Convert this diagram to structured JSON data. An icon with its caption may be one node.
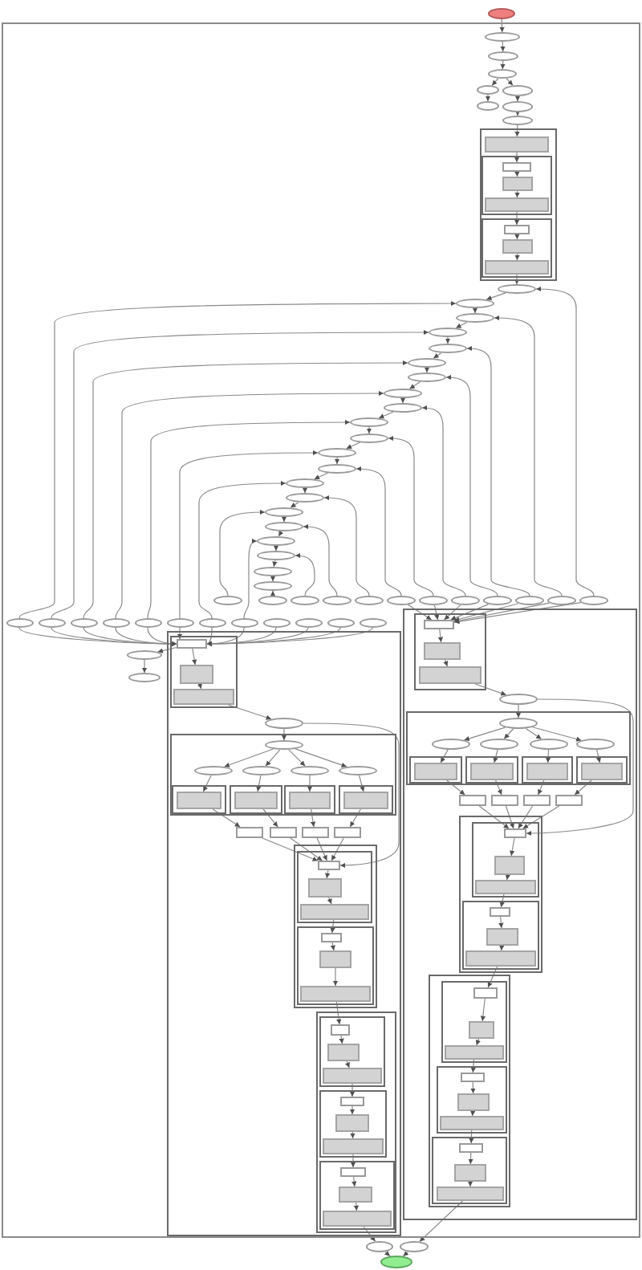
{
  "diagram": {
    "nodes": [
      {
        "text": [],
        "shape": "ellipse"
      },
      {
        "text": [],
        "shape": "box"
      },
      {
        "text": [],
        "shape": "ellipse",
        "in": 1
      },
      {
        "text": [],
        "shape": "ellipse",
        "in": 1
      },
      {
        "text": [],
        "shape": "ellipse",
        "in": 1
      },
      {
        "text": [],
        "shape": "ellipse",
        "in": 1
      },
      {
        "text": [],
        "shape": "ellipse",
        "in": 1
      },
      {
        "text": [],
        "shape": "ellipse",
        "in": 1
      },
      {
        "text": [],
        "shape": "ellipse",
        "in": 1
      },
      {
        "text": [],
        "shape": "ellipse",
        "in": 1
      },
      {
        "text": [],
        "shape": "box",
        "in": 1
      },
      {
        "text": [],
        "shape": "box",
        "in": 10
      },
      {
        "text": [],
        "shape": "box",
        "in": 10
      },
      {
        "text": [],
        "shape": "box",
        "in": 12
      },
      {
        "text": [],
        "shape": "box",
        "in": 12
      },
      {
        "text": [],
        "shape": "box",
        "in": 12
      },
      {
        "text": [],
        "shape": "box",
        "in": 10
      },
      {
        "text": [],
        "shape": "box",
        "in": 16
      },
      {
        "text": [],
        "shape": "box",
        "in": 16
      },
      {
        "text": [],
        "shape": "box",
        "in": 16
      },
      {
        "text": [],
        "shape": "ellipse",
        "in": 1
      },
      {
        "text": [],
        "shape": "ellipse",
        "in": 1
      },
      {
        "text": [],
        "shape": "ellipse",
        "in": 1
      },
      {
        "text": [],
        "shape": "ellipse",
        "in": 1
      },
      {
        "text": [],
        "shape": "ellipse",
        "in": 1
      },
      {
        "text": [],
        "shape": "ellipse",
        "in": 1
      },
      {
        "text": [],
        "shape": "ellipse",
        "in": 1
      },
      {
        "text": [],
        "shape": "ellipse",
        "in": 1
      },
      {
        "text": [],
        "shape": "ellipse",
        "in": 1
      },
      {
        "text": [],
        "shape": "ellipse",
        "in": 1
      },
      {
        "text": [],
        "shape": "ellipse",
        "in": 1
      },
      {
        "text": [],
        "shape": "ellipse",
        "in": 1
      },
      {
        "text": [],
        "shape": "ellipse",
        "in": 1
      },
      {
        "text": [],
        "shape": "ellipse",
        "in": 1
      },
      {
        "text": [],
        "shape": "ellipse",
        "in": 1
      },
      {
        "text": [],
        "shape": "ellipse",
        "in": 1
      },
      {
        "text": [],
        "shape": "ellipse",
        "in": 1
      },
      {
        "text": [],
        "shape": "ellipse",
        "in": 1
      },
      {
        "text": [],
        "shape": "ellipse",
        "in": 1
      },
      {
        "text": [],
        "shape": "ellipse",
        "in": 1
      },
      {
        "text": [],
        "shape": "ellipse",
        "in": 1
      },
      {
        "text": [],
        "shape": "ellipse",
        "in": 1
      },
      {
        "text": [],
        "shape": "ellipse",
        "in": 1
      },
      {
        "text": [],
        "shape": "ellipse",
        "in": 1
      },
      {
        "text": [],
        "shape": "ellipse",
        "in": 1
      },
      {
        "text": [],
        "shape": "ellipse",
        "in": 1
      },
      {
        "text": [],
        "shape": "ellipse",
        "in": 1
      },
      {
        "text": [],
        "shape": "ellipse",
        "in": 1
      },
      {
        "text": [],
        "shape": "ellipse",
        "in": 1
      },
      {
        "text": [],
        "shape": "ellipse",
        "in": 1
      },
      {
        "text": [],
        "shape": "ellipse",
        "in": 1
      },
      {
        "text": [],
        "shape": "ellipse",
        "in": 1
      },
      {
        "text": [],
        "shape": "ellipse",
        "in": 1
      },
      {
        "text": [],
        "shape": "ellipse",
        "in": 1
      },
      {
        "text": [],
        "shape": "ellipse",
        "in": 1
      },
      {
        "text": [],
        "shape": "ellipse",
        "in": 1
      },
      {
        "text": [],
        "shape": "ellipse",
        "in": 1
      },
      {
        "text": [],
        "shape": "ellipse",
        "in": 1
      },
      {
        "text": [],
        "shape": "ellipse",
        "in": 1
      },
      {
        "text": [],
        "shape": "ellipse",
        "in": 1
      },
      {
        "text": [],
        "shape": "ellipse",
        "in": 1
      },
      {
        "text": [],
        "shape": "ellipse",
        "in": 1
      },
      {
        "text": [],
        "shape": "ellipse",
        "in": 1
      },
      {
        "text": [],
        "shape": "ellipse",
        "in": 1
      },
      {
        "text": [],
        "shape": "ellipse",
        "in": 1
      },
      {
        "text": [],
        "shape": "ellipse",
        "in": 1
      },
      {
        "text": [],
        "shape": "ellipse",
        "in": 1
      },
      {
        "text": [],
        "shape": "box",
        "in": 1
      },
      {
        "text": [],
        "shape": "box",
        "in": 67
      },
      {
        "text": [],
        "shape": "box",
        "in": 68
      },
      {
        "text": [],
        "shape": "box",
        "in": 68
      },
      {
        "text": [],
        "shape": "box",
        "in": 68
      },
      {
        "text": [],
        "shape": "ellipse",
        "in": 67
      },
      {
        "text": [],
        "shape": "box",
        "in": 67
      },
      {
        "text": [],
        "shape": "ellipse",
        "in": 73
      },
      {
        "text": [],
        "shape": "ellipse",
        "in": 73
      },
      {
        "text": [],
        "shape": "ellipse",
        "in": 73
      },
      {
        "text": [],
        "shape": "ellipse",
        "in": 73
      },
      {
        "text": [],
        "shape": "ellipse",
        "in": 73
      },
      {
        "text": [],
        "shape": "box",
        "in": 73
      },
      {
        "text": [],
        "shape": "box",
        "in": 79
      },
      {
        "text": [],
        "shape": "box",
        "in": 73
      },
      {
        "text": [],
        "shape": "box",
        "in": 81
      },
      {
        "text": [],
        "shape": "box",
        "in": 73
      },
      {
        "text": [],
        "shape": "box",
        "in": 83
      },
      {
        "text": [],
        "shape": "box",
        "in": 73
      },
      {
        "text": [],
        "shape": "box",
        "in": 85
      },
      {
        "text": [],
        "shape": "box",
        "in": 67
      },
      {
        "text": [],
        "shape": "box",
        "in": 67
      },
      {
        "text": [],
        "shape": "box",
        "in": 67
      },
      {
        "text": [],
        "shape": "box",
        "in": 67
      },
      {
        "text": [],
        "shape": "box",
        "in": 67
      },
      {
        "text": [],
        "shape": "box",
        "in": 91
      },
      {
        "text": [],
        "shape": "box",
        "in": 92
      },
      {
        "text": [],
        "shape": "box",
        "in": 92
      },
      {
        "text": [],
        "shape": "box",
        "in": 92
      },
      {
        "text": [],
        "shape": "box",
        "in": 91
      },
      {
        "text": [],
        "shape": "box",
        "in": 96
      },
      {
        "text": [],
        "shape": "box",
        "in": 96
      },
      {
        "text": [],
        "shape": "box",
        "in": 96
      },
      {
        "text": [],
        "shape": "box",
        "in": 67
      },
      {
        "text": [],
        "shape": "box",
        "in": 100
      },
      {
        "text": [],
        "shape": "box",
        "in": 101
      },
      {
        "text": [],
        "shape": "box",
        "in": 101
      },
      {
        "text": [],
        "shape": "box",
        "in": 101
      },
      {
        "text": [],
        "shape": "box",
        "in": 100
      },
      {
        "text": [],
        "shape": "box",
        "in": 105
      },
      {
        "text": [],
        "shape": "box",
        "in": 105
      },
      {
        "text": [],
        "shape": "box",
        "in": 105
      },
      {
        "text": [],
        "shape": "box",
        "in": 100
      },
      {
        "text": [],
        "shape": "box",
        "in": 109
      },
      {
        "text": [],
        "shape": "box",
        "in": 109
      },
      {
        "text": [],
        "shape": "box",
        "in": 109
      },
      {
        "text": [],
        "shape": "box",
        "in": 1
      },
      {
        "text": [],
        "shape": "box",
        "in": 113
      },
      {
        "text": [],
        "shape": "box",
        "in": 114
      },
      {
        "text": [],
        "shape": "box",
        "in": 114
      },
      {
        "text": [],
        "shape": "box",
        "in": 114
      },
      {
        "text": [],
        "shape": "ellipse",
        "in": 113
      },
      {
        "text": [],
        "shape": "box",
        "in": 113
      },
      {
        "text": [],
        "shape": "ellipse",
        "in": 119
      },
      {
        "text": [],
        "shape": "ellipse",
        "in": 119
      },
      {
        "text": [],
        "shape": "ellipse",
        "in": 119
      },
      {
        "text": [],
        "shape": "ellipse",
        "in": 119
      },
      {
        "text": [],
        "shape": "ellipse",
        "in": 119
      },
      {
        "text": [],
        "shape": "box",
        "in": 119
      },
      {
        "text": [],
        "shape": "box",
        "in": 125
      },
      {
        "text": [],
        "shape": "box",
        "in": 119
      },
      {
        "text": [],
        "shape": "box",
        "in": 127
      },
      {
        "text": [],
        "shape": "box",
        "in": 119
      },
      {
        "text": [],
        "shape": "box",
        "in": 129
      },
      {
        "text": [],
        "shape": "box",
        "in": 119
      },
      {
        "text": [],
        "shape": "box",
        "in": 131
      },
      {
        "text": [],
        "shape": "box",
        "in": 113
      },
      {
        "text": [],
        "shape": "box",
        "in": 113
      },
      {
        "text": [],
        "shape": "box",
        "in": 113
      },
      {
        "text": [],
        "shape": "box",
        "in": 113
      },
      {
        "text": [],
        "shape": "box",
        "in": 113
      },
      {
        "text": [],
        "shape": "box",
        "in": 137
      },
      {
        "text": [],
        "shape": "box",
        "in": 138
      },
      {
        "text": [],
        "shape": "box",
        "in": 138
      },
      {
        "text": [],
        "shape": "box",
        "in": 138
      },
      {
        "text": [],
        "shape": "box",
        "in": 137
      },
      {
        "text": [],
        "shape": "box",
        "in": 142
      },
      {
        "text": [],
        "shape": "box",
        "in": 142
      },
      {
        "text": [],
        "shape": "box",
        "in": 142
      },
      {
        "text": [],
        "shape": "box",
        "in": 113
      },
      {
        "text": [],
        "shape": "box",
        "in": 146
      },
      {
        "text": [],
        "shape": "box",
        "in": 147
      },
      {
        "text": [],
        "shape": "box",
        "in": 147
      },
      {
        "text": [],
        "shape": "box",
        "in": 147
      },
      {
        "text": [],
        "shape": "box",
        "in": 146
      },
      {
        "text": [],
        "shape": "box",
        "in": 151
      },
      {
        "text": [],
        "shape": "box",
        "in": 151
      },
      {
        "text": [],
        "shape": "box",
        "in": 151
      },
      {
        "text": [],
        "shape": "box",
        "in": 146
      },
      {
        "text": [],
        "shape": "box",
        "in": 155
      },
      {
        "text": [],
        "shape": "box",
        "in": 155
      },
      {
        "text": [],
        "shape": "box",
        "in": 155
      },
      {
        "text": [],
        "shape": "ellipse"
      },
      {
        "text": [],
        "shape": "ellipse"
      },
      {
        "text": [],
        "shape": "ellipse"
      }
    ],
    "edges": [
      {
        "from": 0,
        "to": 2,
        "arrow": "to"
      },
      {
        "from": 2,
        "to": 3,
        "arrow": "to"
      },
      {
        "from": 3,
        "to": 4,
        "arrow": "to"
      },
      {
        "from": 4,
        "to": 5,
        "arrow": "to"
      },
      {
        "from": 4,
        "to": 6,
        "arrow": "to"
      },
      {
        "from": 5,
        "to": 7,
        "arrow": "to"
      },
      {
        "from": 6,
        "to": 8,
        "arrow": "to"
      },
      {
        "from": 8,
        "to": 9,
        "arrow": "to"
      },
      {
        "from": 9,
        "to": 11,
        "arrow": "to"
      },
      {
        "from": 11,
        "to": 13,
        "arrow": "to"
      },
      {
        "from": 13,
        "to": 14,
        "arrow": "to"
      },
      {
        "from": 14,
        "to": 15,
        "arrow": "to"
      },
      {
        "from": 15,
        "to": 17,
        "arrow": "to"
      },
      {
        "from": 17,
        "to": 18,
        "arrow": "to"
      },
      {
        "from": 18,
        "to": 19,
        "arrow": "to"
      },
      {
        "from": 19,
        "to": 20,
        "arrow": "to"
      },
      {
        "from": 20,
        "to": 21,
        "arrow": "to"
      },
      {
        "from": 21,
        "to": 22,
        "arrow": "to"
      },
      {
        "from": 22,
        "to": 23,
        "arrow": "to"
      },
      {
        "from": 23,
        "to": 24,
        "arrow": "to"
      },
      {
        "from": 24,
        "to": 25,
        "arrow": "to"
      },
      {
        "from": 25,
        "to": 26,
        "arrow": "to"
      },
      {
        "from": 26,
        "to": 27,
        "arrow": "to"
      },
      {
        "from": 27,
        "to": 28,
        "arrow": "to"
      },
      {
        "from": 28,
        "to": 29,
        "arrow": "to"
      },
      {
        "from": 29,
        "to": 30,
        "arrow": "to"
      },
      {
        "from": 30,
        "to": 31,
        "arrow": "to"
      },
      {
        "from": 31,
        "to": 32,
        "arrow": "to"
      },
      {
        "from": 32,
        "to": 33,
        "arrow": "to"
      },
      {
        "from": 33,
        "to": 34,
        "arrow": "to"
      },
      {
        "from": 34,
        "to": 35,
        "arrow": "to"
      },
      {
        "from": 35,
        "to": 36,
        "arrow": "to"
      },
      {
        "from": 36,
        "to": 37,
        "arrow": "to"
      },
      {
        "from": 37,
        "to": 38,
        "arrow": "to"
      },
      {
        "from": 38,
        "to": 39,
        "arrow": "to"
      },
      {
        "from": 39,
        "to": 40,
        "arrow": "to"
      },
      {
        "from": 53,
        "to": 21,
        "arrow": "to"
      },
      {
        "from": 54,
        "to": 23,
        "arrow": "to"
      },
      {
        "from": 55,
        "to": 25,
        "arrow": "to"
      },
      {
        "from": 56,
        "to": 27,
        "arrow": "to"
      },
      {
        "from": 57,
        "to": 29,
        "arrow": "to"
      },
      {
        "from": 58,
        "to": 31,
        "arrow": "to"
      },
      {
        "from": 59,
        "to": 33,
        "arrow": "to"
      },
      {
        "from": 41,
        "to": 35,
        "arrow": "to"
      },
      {
        "from": 60,
        "to": 37,
        "arrow": "to"
      },
      {
        "from": 52,
        "to": 20,
        "arrow": "to"
      },
      {
        "from": 51,
        "to": 22,
        "arrow": "to"
      },
      {
        "from": 50,
        "to": 24,
        "arrow": "to"
      },
      {
        "from": 49,
        "to": 26,
        "arrow": "to"
      },
      {
        "from": 48,
        "to": 28,
        "arrow": "to"
      },
      {
        "from": 47,
        "to": 30,
        "arrow": "to"
      },
      {
        "from": 46,
        "to": 32,
        "arrow": "to"
      },
      {
        "from": 45,
        "to": 34,
        "arrow": "to"
      },
      {
        "from": 44,
        "to": 36,
        "arrow": "to"
      },
      {
        "from": 43,
        "to": 38,
        "arrow": "to"
      },
      {
        "from": 42,
        "to": 40,
        "arrow": "to"
      },
      {
        "from": 53,
        "to": 69,
        "arrow": "to"
      },
      {
        "from": 54,
        "to": 69,
        "arrow": "to"
      },
      {
        "from": 55,
        "to": 69,
        "arrow": "to"
      },
      {
        "from": 56,
        "to": 69,
        "arrow": "to"
      },
      {
        "from": 57,
        "to": 69,
        "arrow": "to"
      },
      {
        "from": 58,
        "to": 69,
        "arrow": "to"
      },
      {
        "from": 59,
        "to": 69,
        "arrow": "to"
      },
      {
        "from": 60,
        "to": 69,
        "arrow": "to"
      },
      {
        "from": 61,
        "to": 69,
        "arrow": "to"
      },
      {
        "from": 62,
        "to": 69,
        "arrow": "to"
      },
      {
        "from": 63,
        "to": 69,
        "arrow": "to"
      },
      {
        "from": 64,
        "to": 69,
        "arrow": "to"
      },
      {
        "from": 46,
        "to": 115,
        "arrow": "to"
      },
      {
        "from": 47,
        "to": 115,
        "arrow": "to"
      },
      {
        "from": 48,
        "to": 115,
        "arrow": "to"
      },
      {
        "from": 49,
        "to": 115,
        "arrow": "to"
      },
      {
        "from": 50,
        "to": 115,
        "arrow": "to"
      },
      {
        "from": 51,
        "to": 115,
        "arrow": "to"
      },
      {
        "from": 52,
        "to": 115,
        "arrow": "to"
      },
      {
        "from": 69,
        "to": 70,
        "arrow": "to"
      },
      {
        "from": 70,
        "to": 71,
        "arrow": "to"
      },
      {
        "from": 69,
        "to": 65,
        "arrow": "to"
      },
      {
        "from": 65,
        "to": 66,
        "arrow": "to"
      },
      {
        "from": 71,
        "to": 72,
        "arrow": "to"
      },
      {
        "from": 72,
        "to": 74,
        "arrow": "to"
      },
      {
        "from": 74,
        "to": 75,
        "arrow": "to"
      },
      {
        "from": 74,
        "to": 76,
        "arrow": "to"
      },
      {
        "from": 74,
        "to": 77,
        "arrow": "to"
      },
      {
        "from": 74,
        "to": 78,
        "arrow": "to"
      },
      {
        "from": 75,
        "to": 80,
        "arrow": "to"
      },
      {
        "from": 76,
        "to": 82,
        "arrow": "to"
      },
      {
        "from": 77,
        "to": 84,
        "arrow": "to"
      },
      {
        "from": 78,
        "to": 86,
        "arrow": "to"
      },
      {
        "from": 80,
        "to": 87,
        "arrow": "to"
      },
      {
        "from": 82,
        "to": 88,
        "arrow": "to"
      },
      {
        "from": 84,
        "to": 89,
        "arrow": "to"
      },
      {
        "from": 86,
        "to": 90,
        "arrow": "to"
      },
      {
        "from": 87,
        "to": 93,
        "arrow": "to"
      },
      {
        "from": 88,
        "to": 93,
        "arrow": "to"
      },
      {
        "from": 89,
        "to": 93,
        "arrow": "to"
      },
      {
        "from": 90,
        "to": 93,
        "arrow": "to"
      },
      {
        "from": 72,
        "to": 93,
        "arrow": "to"
      },
      {
        "from": 93,
        "to": 94,
        "arrow": "to"
      },
      {
        "from": 94,
        "to": 95,
        "arrow": "to"
      },
      {
        "from": 95,
        "to": 97,
        "arrow": "to"
      },
      {
        "from": 97,
        "to": 98,
        "arrow": "to"
      },
      {
        "from": 98,
        "to": 99,
        "arrow": "to"
      },
      {
        "from": 99,
        "to": 102,
        "arrow": "to"
      },
      {
        "from": 102,
        "to": 103,
        "arrow": "to"
      },
      {
        "from": 103,
        "to": 104,
        "arrow": "to"
      },
      {
        "from": 104,
        "to": 106,
        "arrow": "to"
      },
      {
        "from": 106,
        "to": 107,
        "arrow": "to"
      },
      {
        "from": 107,
        "to": 108,
        "arrow": "to"
      },
      {
        "from": 108,
        "to": 110,
        "arrow": "to"
      },
      {
        "from": 110,
        "to": 111,
        "arrow": "to"
      },
      {
        "from": 111,
        "to": 112,
        "arrow": "to"
      },
      {
        "from": 112,
        "to": 159,
        "arrow": "to"
      },
      {
        "from": 115,
        "to": 116,
        "arrow": "to"
      },
      {
        "from": 116,
        "to": 117,
        "arrow": "to"
      },
      {
        "from": 117,
        "to": 118,
        "arrow": "to"
      },
      {
        "from": 118,
        "to": 120,
        "arrow": "to"
      },
      {
        "from": 120,
        "to": 121,
        "arrow": "to"
      },
      {
        "from": 120,
        "to": 122,
        "arrow": "to"
      },
      {
        "from": 120,
        "to": 123,
        "arrow": "to"
      },
      {
        "from": 120,
        "to": 124,
        "arrow": "to"
      },
      {
        "from": 121,
        "to": 126,
        "arrow": "to"
      },
      {
        "from": 122,
        "to": 128,
        "arrow": "to"
      },
      {
        "from": 123,
        "to": 130,
        "arrow": "to"
      },
      {
        "from": 124,
        "to": 132,
        "arrow": "to"
      },
      {
        "from": 126,
        "to": 133,
        "arrow": "to"
      },
      {
        "from": 128,
        "to": 134,
        "arrow": "to"
      },
      {
        "from": 130,
        "to": 135,
        "arrow": "to"
      },
      {
        "from": 132,
        "to": 136,
        "arrow": "to"
      },
      {
        "from": 133,
        "to": 139,
        "arrow": "to"
      },
      {
        "from": 134,
        "to": 139,
        "arrow": "to"
      },
      {
        "from": 135,
        "to": 139,
        "arrow": "to"
      },
      {
        "from": 136,
        "to": 139,
        "arrow": "to"
      },
      {
        "from": 118,
        "to": 139,
        "arrow": "to"
      },
      {
        "from": 139,
        "to": 140,
        "arrow": "to"
      },
      {
        "from": 140,
        "to": 141,
        "arrow": "to"
      },
      {
        "from": 141,
        "to": 143,
        "arrow": "to"
      },
      {
        "from": 143,
        "to": 144,
        "arrow": "to"
      },
      {
        "from": 144,
        "to": 145,
        "arrow": "to"
      },
      {
        "from": 145,
        "to": 148,
        "arrow": "to"
      },
      {
        "from": 148,
        "to": 149,
        "arrow": "to"
      },
      {
        "from": 149,
        "to": 150,
        "arrow": "to"
      },
      {
        "from": 150,
        "to": 152,
        "arrow": "to"
      },
      {
        "from": 152,
        "to": 153,
        "arrow": "to"
      },
      {
        "from": 153,
        "to": 154,
        "arrow": "to"
      },
      {
        "from": 154,
        "to": 156,
        "arrow": "to"
      },
      {
        "from": 156,
        "to": 157,
        "arrow": "to"
      },
      {
        "from": 157,
        "to": 158,
        "arrow": "to"
      },
      {
        "from": 158,
        "to": 160,
        "arrow": "to"
      },
      {
        "from": 159,
        "to": 161,
        "arrow": "to"
      },
      {
        "from": 160,
        "to": 161,
        "arrow": "to"
      }
    ]
  }
}
